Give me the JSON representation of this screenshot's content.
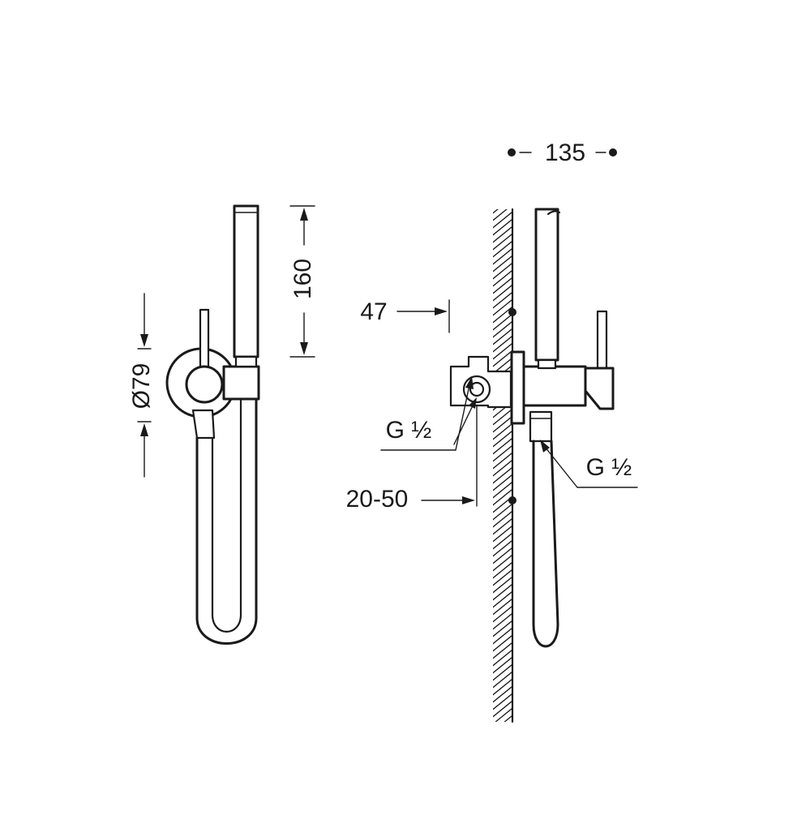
{
  "dimensions": {
    "width_top": "135",
    "height_handshower": "160",
    "diameter_flange": "Ø79",
    "projection": "47",
    "wall_depth": "20-50",
    "thread_inlet": "G ½",
    "thread_outlet": "G ½"
  },
  "colors": {
    "line": "#1a1a1a",
    "background": "#ffffff"
  }
}
